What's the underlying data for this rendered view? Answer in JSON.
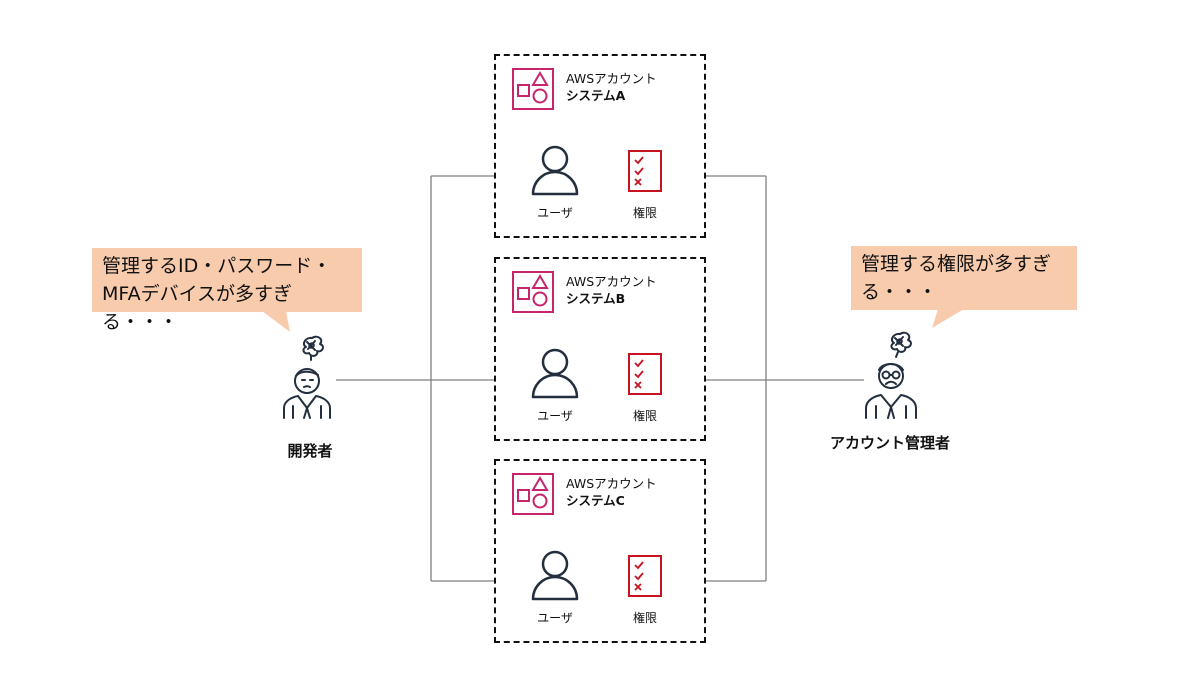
{
  "accounts": [
    {
      "type_label": "AWSアカウント",
      "name": "システムA",
      "user_label": "ユーザ",
      "permission_label": "権限"
    },
    {
      "type_label": "AWSアカウント",
      "name": "システムB",
      "user_label": "ユーザ",
      "permission_label": "権限"
    },
    {
      "type_label": "AWSアカウント",
      "name": "システムC",
      "user_label": "ユーザ",
      "permission_label": "権限"
    }
  ],
  "developer": {
    "label": "開発者",
    "callout_line1": "管理するID・パスワード・",
    "callout_line2": "MFAデバイスが多すぎる・・・"
  },
  "admin": {
    "label": "アカウント管理者",
    "callout_line1": "管理する権限が多すぎ",
    "callout_line2": "る・・・"
  },
  "colors": {
    "aws_account_icon": "#c7246d",
    "permission_icon": "#c7131f",
    "callout_fill": "#f8cbad",
    "connector": "#7f7f7f"
  },
  "icons": {
    "account": "aws-account-icon",
    "user": "user-icon",
    "permission": "permission-checklist-icon",
    "developer": "confused-developer-icon",
    "admin": "confused-admin-icon"
  }
}
